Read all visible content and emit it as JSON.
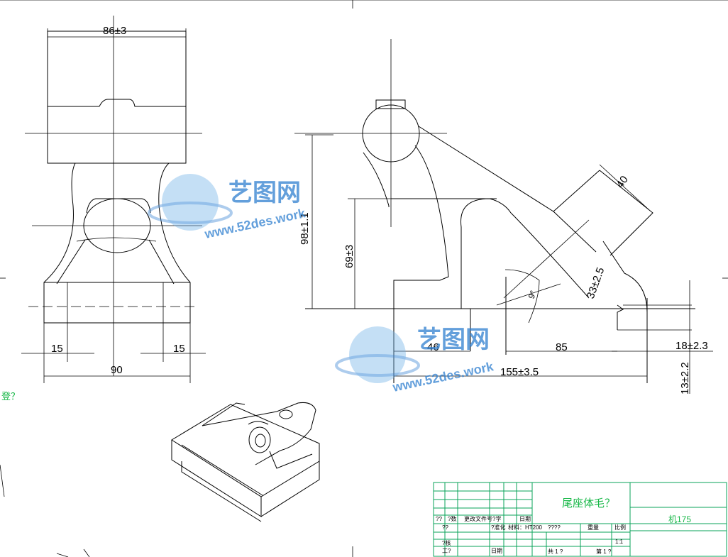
{
  "dimensions": {
    "front_width_top": "86±3",
    "front_width_bottom": "90",
    "front_left_offset": "15",
    "front_right_offset": "15",
    "side_height_total": "98±1.1",
    "side_height_bore": "69±3",
    "arm_width": "40",
    "arm_hole": "33±2.5",
    "angle": "9°",
    "len_46": "46",
    "len_85": "85",
    "len_total": "155±3.5",
    "height_right": "18±2.3",
    "height_right_bottom": "13±2.2"
  },
  "side_note": "登？",
  "watermarks": [
    {
      "title": "艺图网",
      "url": "www.52des.work"
    },
    {
      "title": "艺图网",
      "url": "www.52des.work"
    }
  ],
  "title_block": {
    "part_name": "尾座体毛？",
    "drawing_no": "机175",
    "headers": [
      "??",
      "?数",
      "更改文件号",
      "?字",
      "日期"
    ],
    "designer": "??",
    "standardize": "?准化",
    "material": "材料：HT200",
    "stage": "????",
    "weight": "重量",
    "scale": "比例",
    "scale_value": "1:1",
    "review": "?核",
    "process": "工?",
    "date": "日期",
    "total_sheets": "共 1 ?",
    "sheet_no": "第 1 ?"
  },
  "colors": {
    "title_block": "#0aa35a",
    "text_green": "#18b848",
    "watermark": "#2f7fd0"
  }
}
